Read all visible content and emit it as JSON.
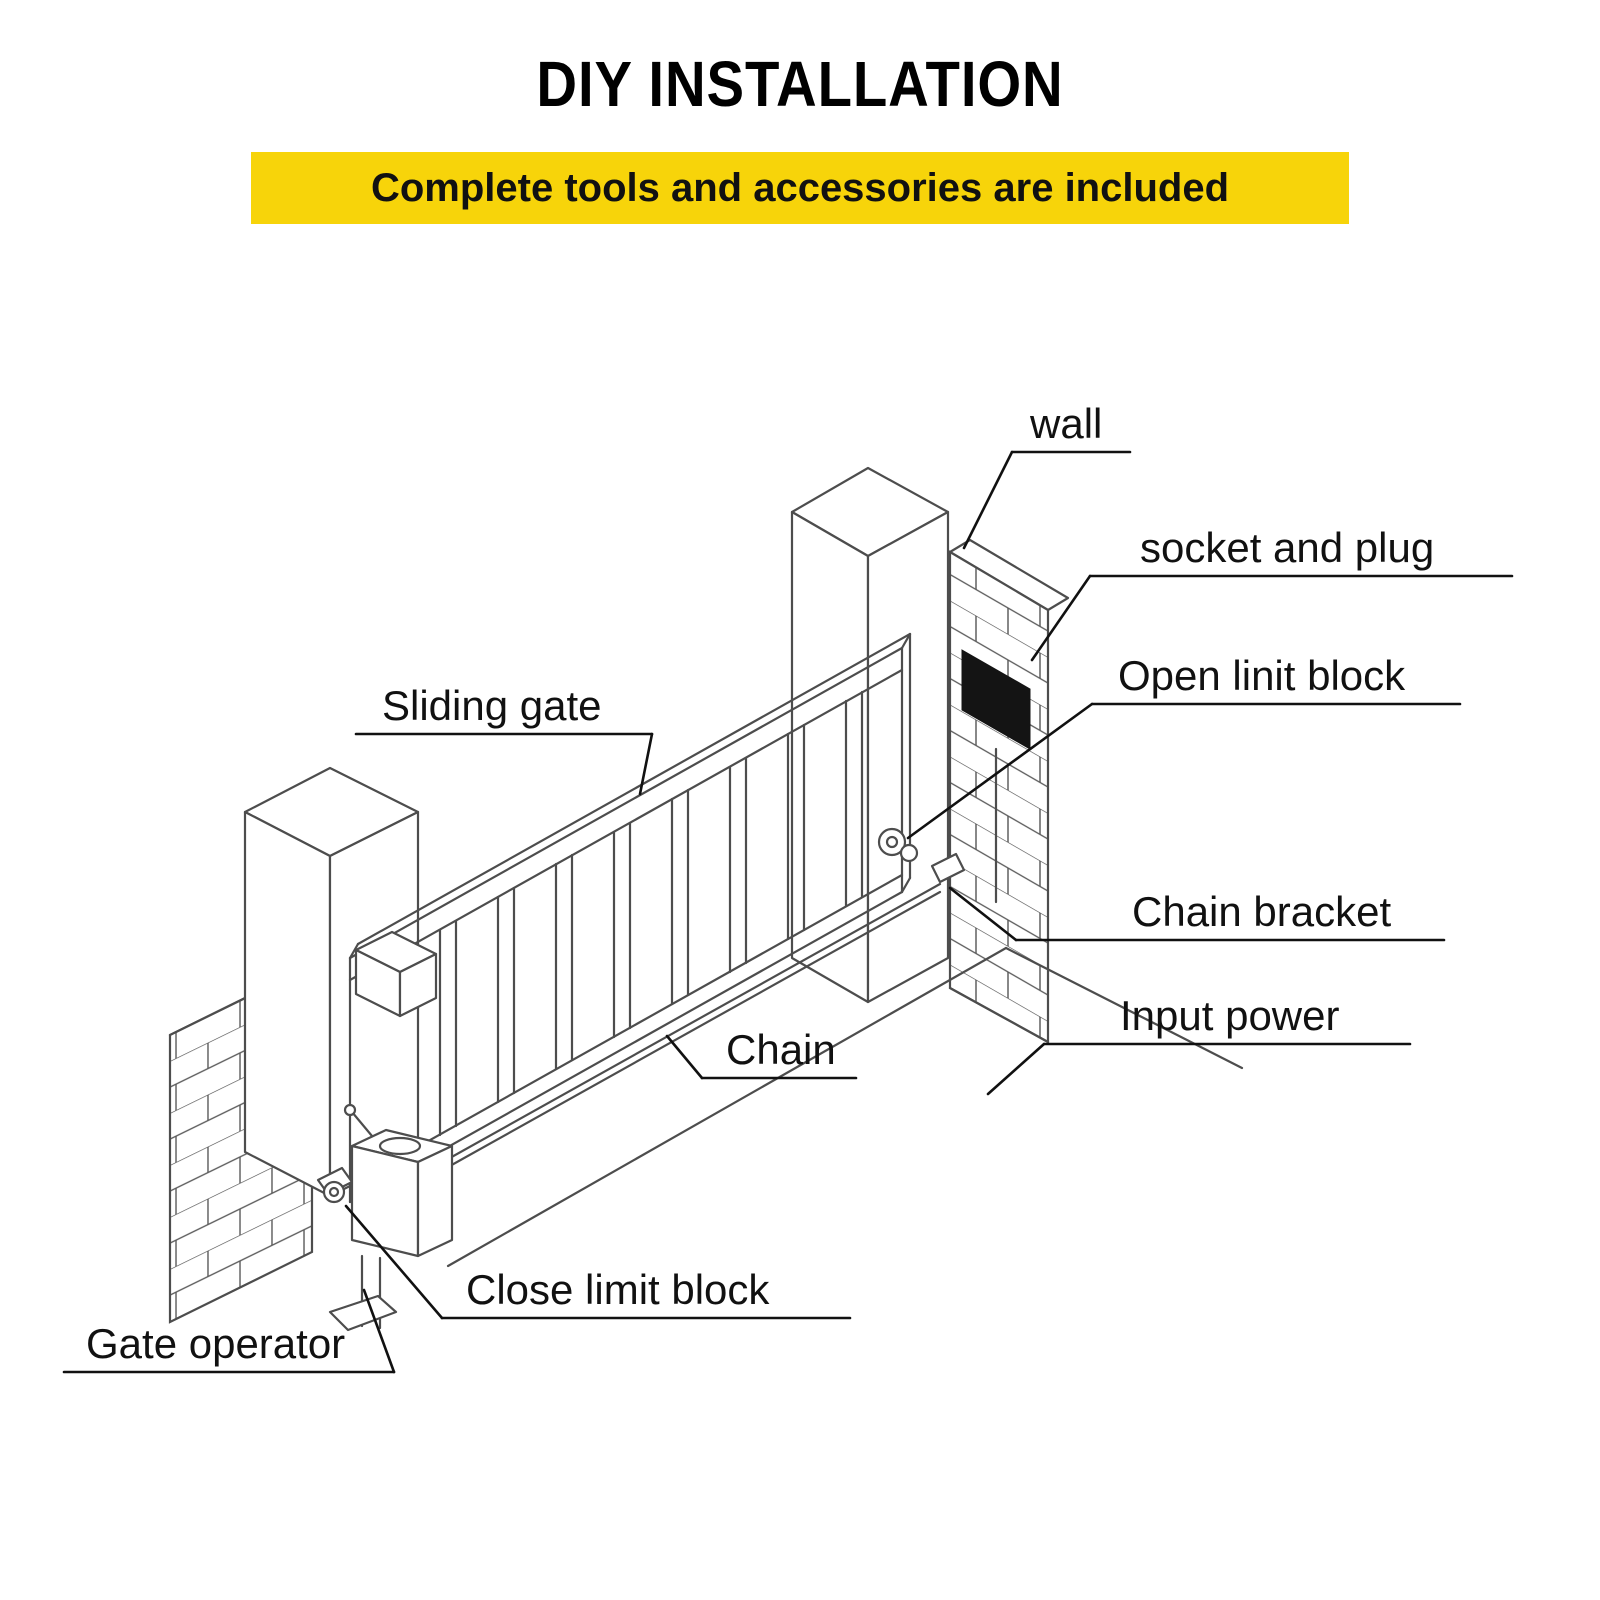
{
  "title": "DIY INSTALLATION",
  "banner": {
    "text": "Complete tools and accessories are included",
    "background": "#F7D40A",
    "text_color": "#111111"
  },
  "diagram": {
    "type": "line-illustration",
    "subject": "sliding gate opener installation schematic",
    "line_color": "#4d4d4d",
    "callout_color": "#111111",
    "labels": {
      "wall": "wall",
      "socket_and_plug": "socket and plug",
      "open_limit_block": "Open linit block",
      "chain_bracket": "Chain bracket",
      "input_power": "Input power",
      "sliding_gate": "Sliding gate",
      "chain": "Chain",
      "close_limit_block": "Close limit block",
      "gate_operator": "Gate operator"
    }
  }
}
